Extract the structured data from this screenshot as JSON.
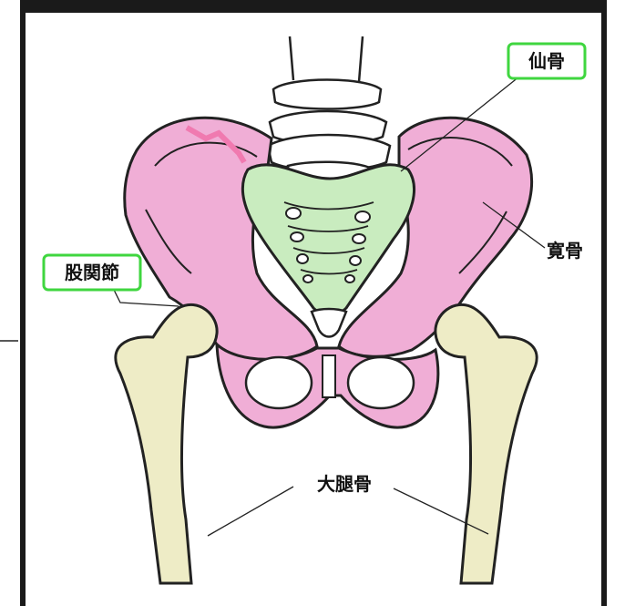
{
  "labels": {
    "sacrum": "仙骨",
    "hip_joint": "股関節",
    "ilium": "寛骨",
    "femur": "大腿骨"
  },
  "colors": {
    "frame": "#1a1a1a",
    "pelvis": "#f0aed6",
    "sacrum": "#c9ecbf",
    "bone": "#eeecc6",
    "highlight_border": "#3fd63f"
  }
}
